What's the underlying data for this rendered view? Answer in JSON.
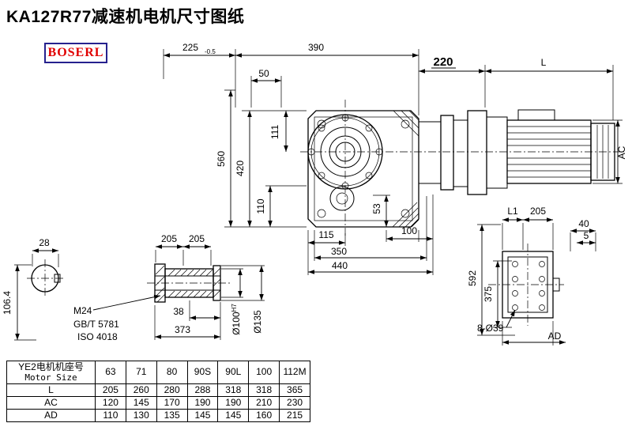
{
  "page": {
    "title": "KA127R77减速机电机尺寸图纸",
    "logo_text": "BOSERL"
  },
  "dims": {
    "d225": "225",
    "d225tol": "-0.5",
    "d390": "390",
    "d220": "220",
    "dL": "L",
    "d50": "50",
    "d111": "111",
    "d560": "560",
    "d420": "420",
    "d110": "110",
    "dAC": "AC",
    "d53": "53",
    "d115": "115",
    "d100": "100",
    "d350": "350",
    "d440": "440",
    "d28": "28",
    "d106_4": "106.4",
    "d205a": "205",
    "d205b": "205",
    "m24": "M24",
    "gbt": "GB/T 5781",
    "iso": "ISO 4018",
    "d38": "38",
    "d373": "373",
    "d100b": "Ø100",
    "d100sup": "H7",
    "d135": "Ø135",
    "dL1": "L1",
    "d205c": "205",
    "d40": "40",
    "d5": "5",
    "d592": "592",
    "d375": "375",
    "d8_39": "8-Ø39",
    "dAD": "AD"
  },
  "table": {
    "header_cn": "YE2电机机座号",
    "header_en": "Motor Size",
    "columns": [
      "63",
      "71",
      "80",
      "90S",
      "90L",
      "100",
      "112M"
    ],
    "rows": [
      {
        "label": "L",
        "values": [
          "205",
          "260",
          "280",
          "288",
          "318",
          "318",
          "365"
        ]
      },
      {
        "label": "AC",
        "values": [
          "120",
          "145",
          "170",
          "190",
          "190",
          "210",
          "230"
        ]
      },
      {
        "label": "AD",
        "values": [
          "110",
          "130",
          "135",
          "145",
          "145",
          "160",
          "215"
        ]
      }
    ]
  }
}
